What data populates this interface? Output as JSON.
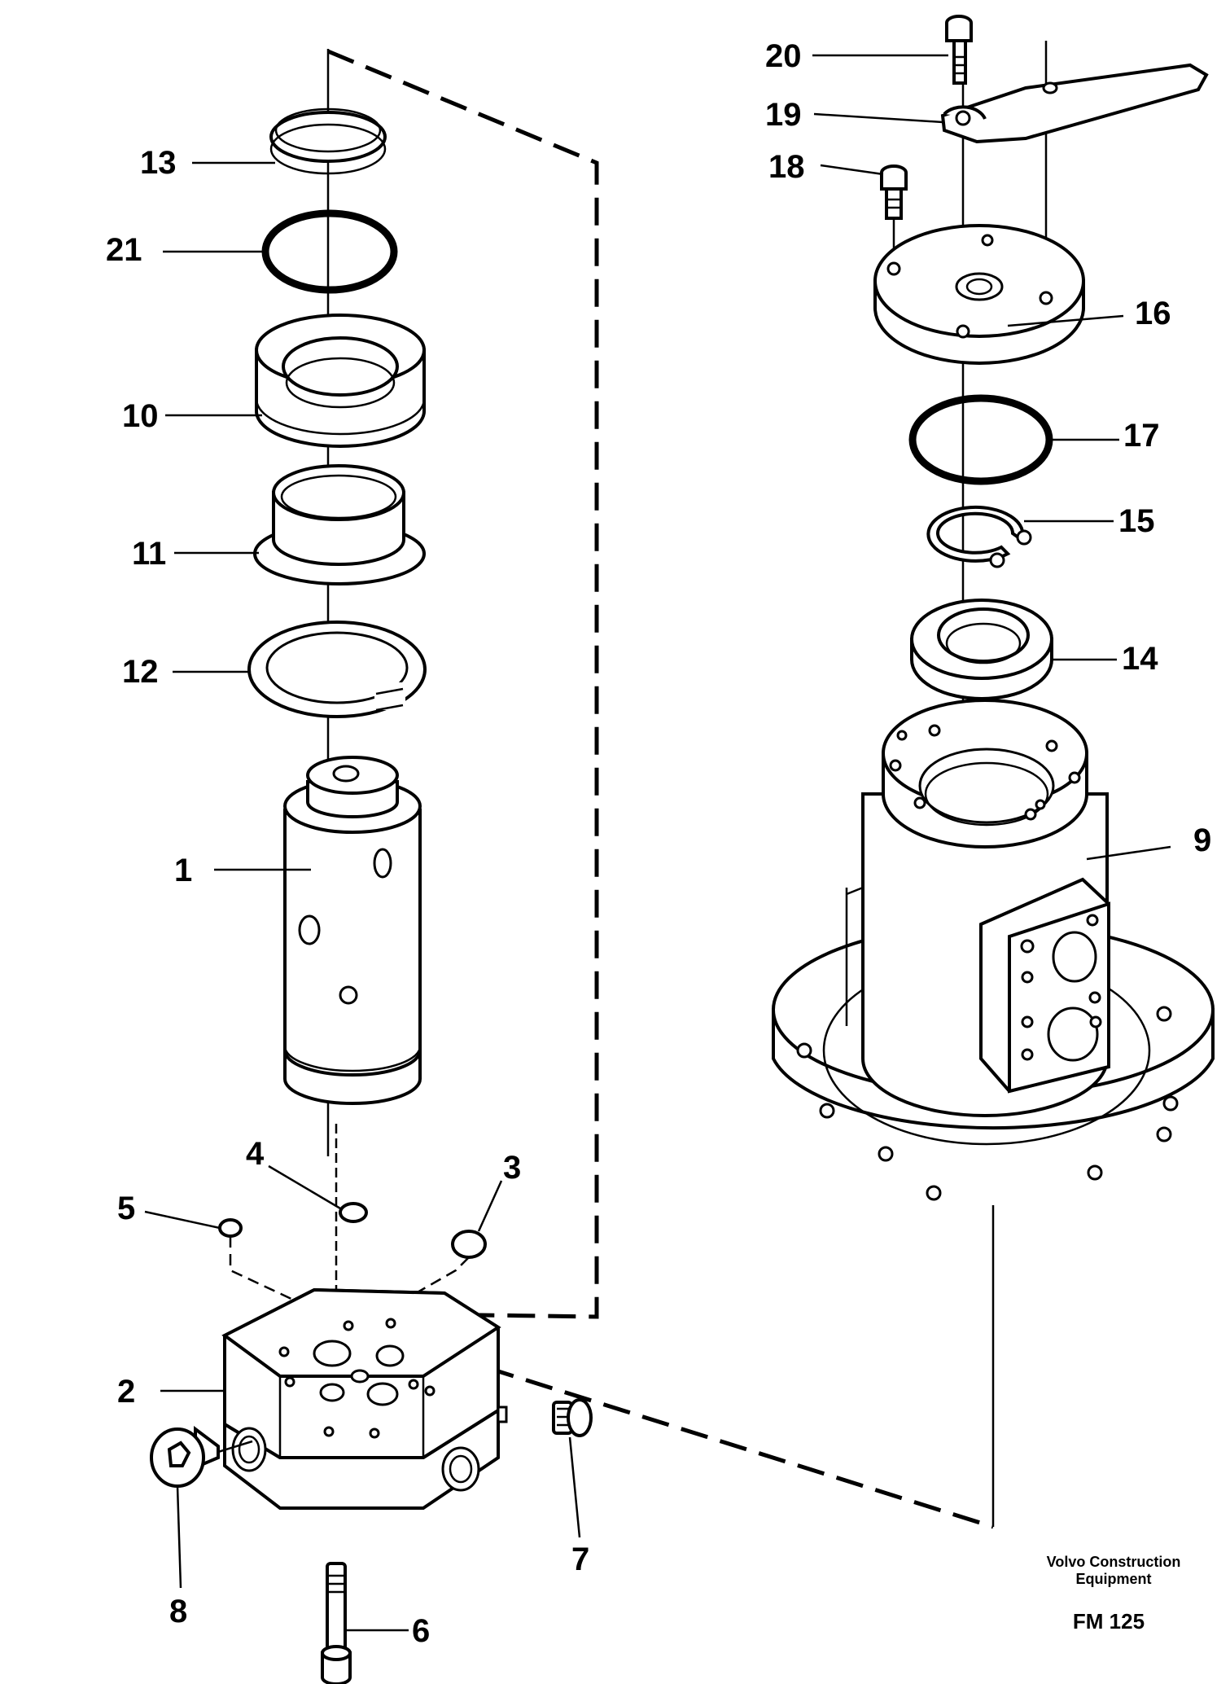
{
  "part_numbers": [
    "1",
    "2",
    "3",
    "4",
    "5",
    "6",
    "7",
    "8",
    "9",
    "10",
    "11",
    "12",
    "13",
    "14",
    "15",
    "16",
    "17",
    "18",
    "19",
    "20",
    "21"
  ],
  "credit": {
    "line1": "Volvo Construction",
    "line2": "Equipment",
    "code": "FM 125"
  }
}
